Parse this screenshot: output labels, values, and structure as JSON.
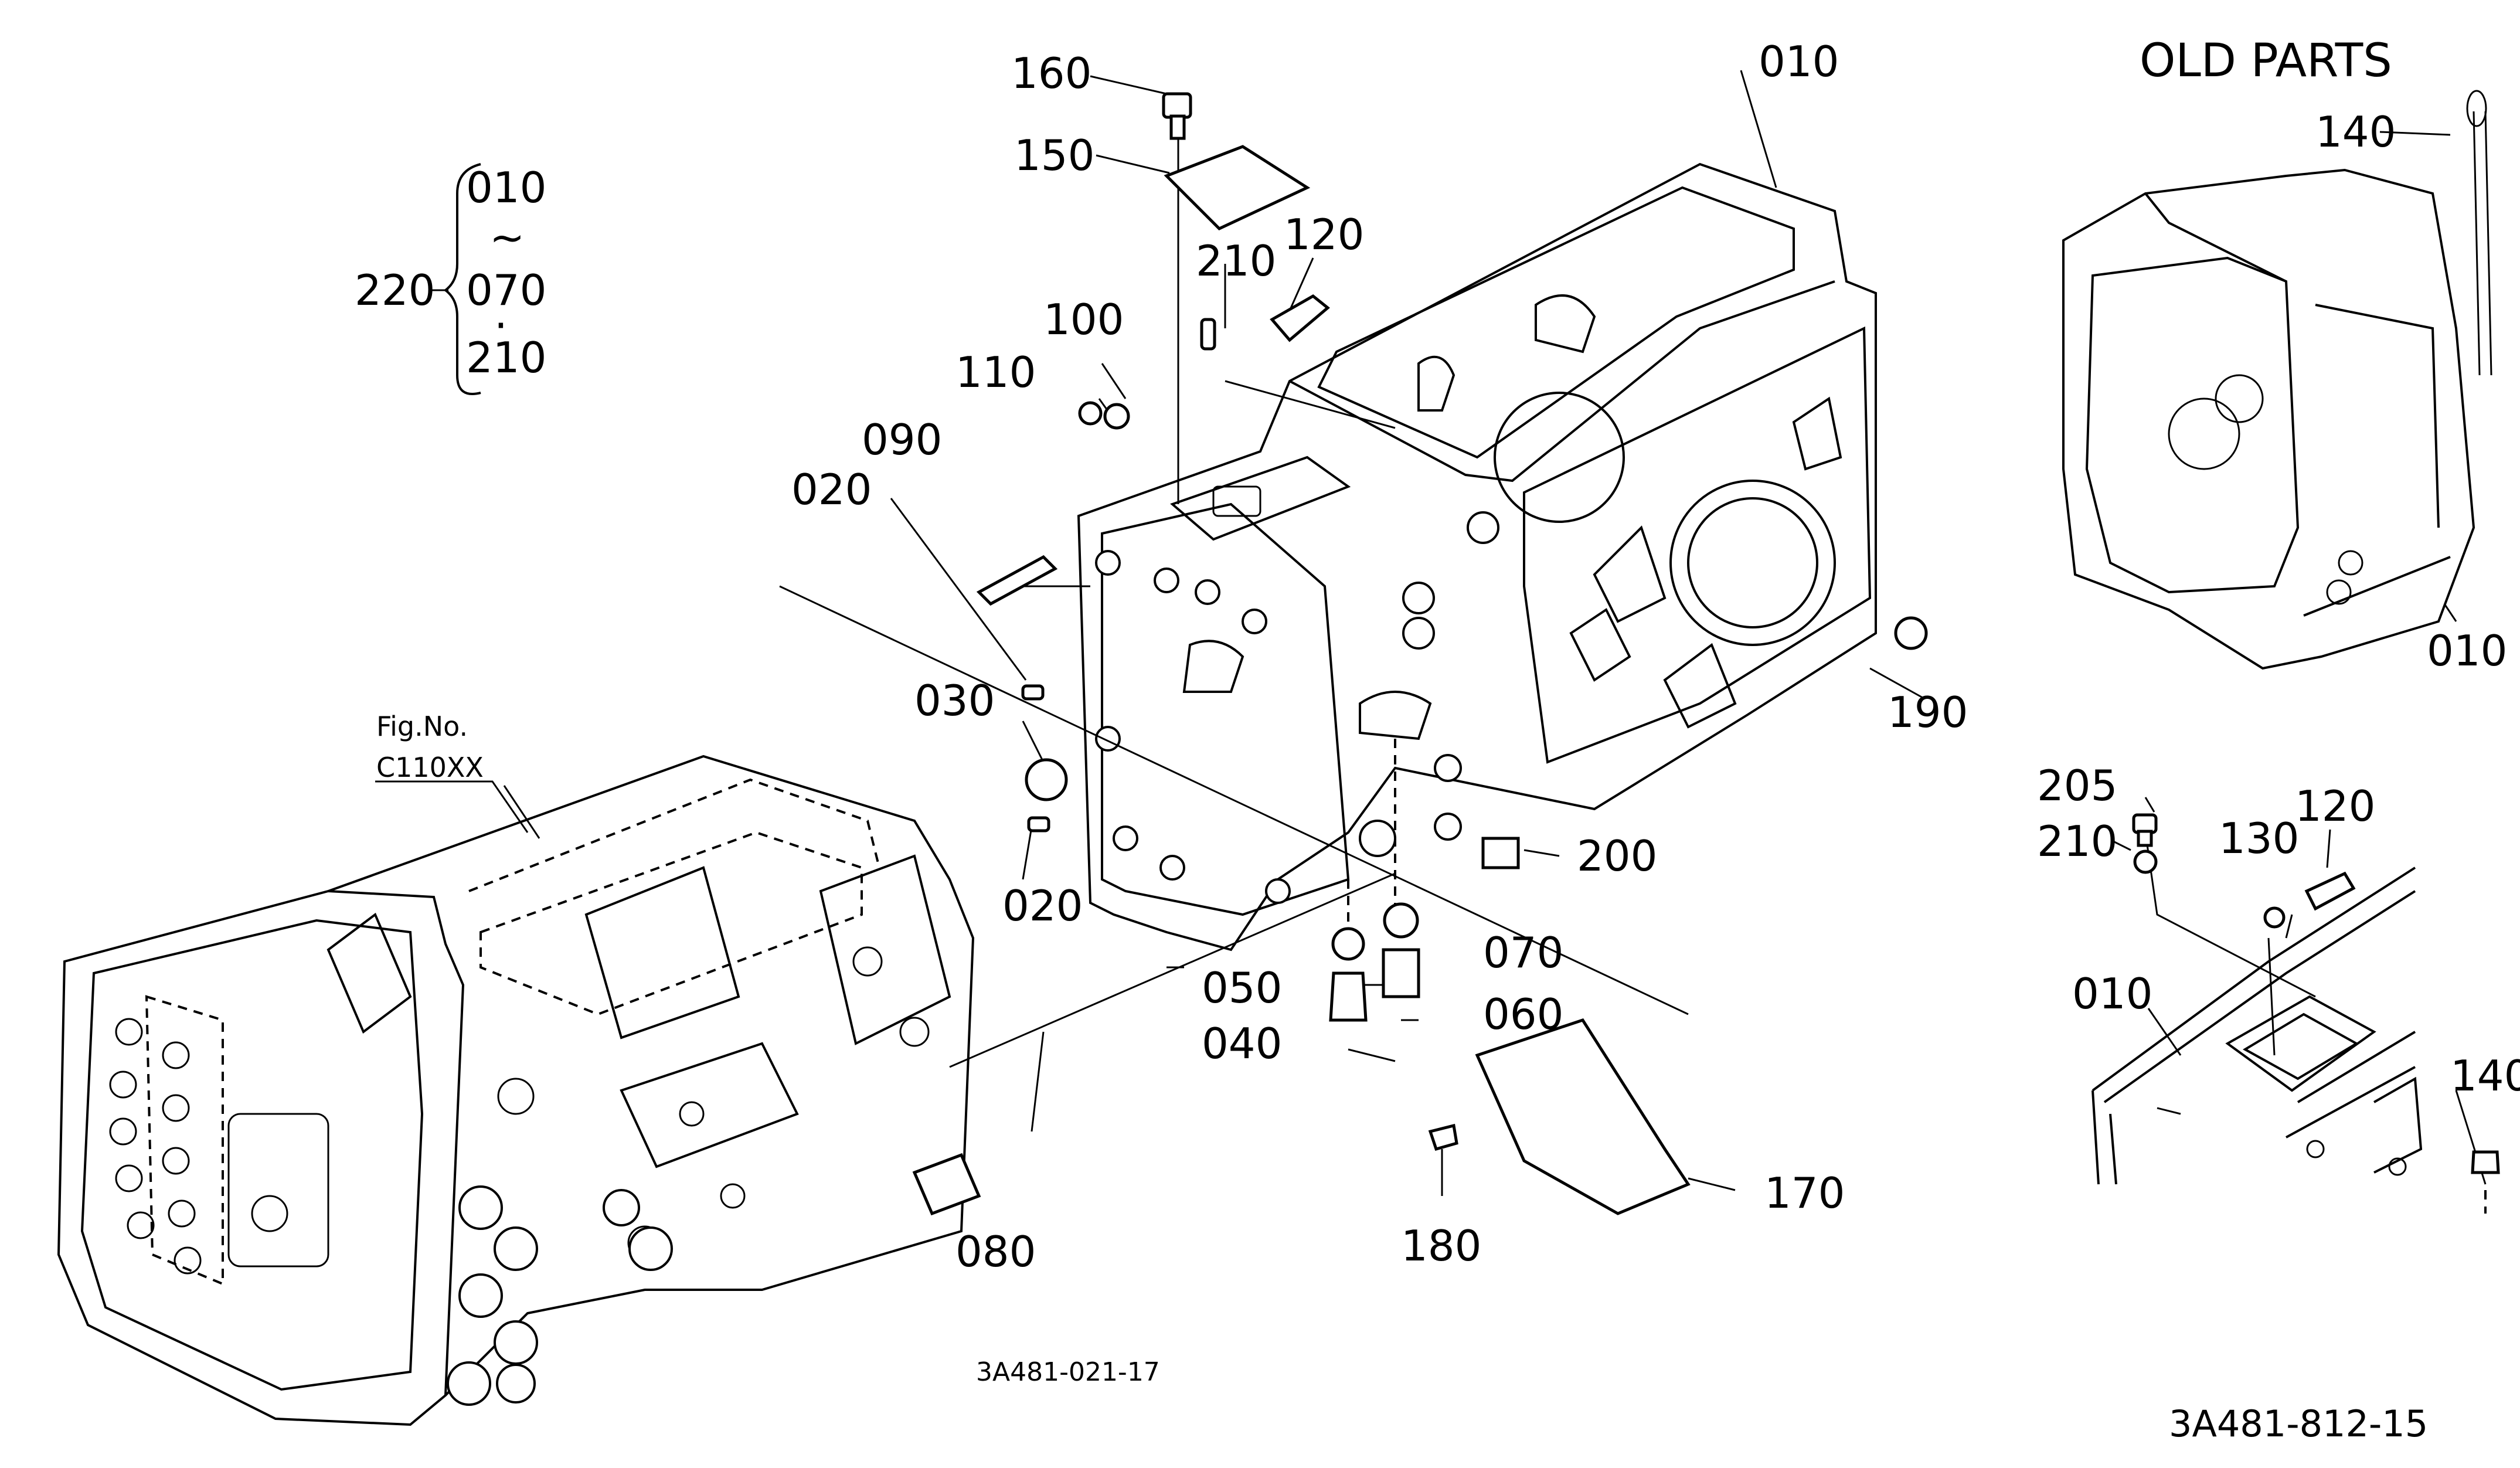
{
  "labels": {
    "p010_top": "010",
    "p010_old_a": "010",
    "p010_old_b": "010",
    "p020_a": "020",
    "p020_b": "020",
    "p030": "030",
    "p040": "040",
    "p050": "050",
    "p060": "060",
    "p070": "070",
    "p080": "080",
    "p090": "090",
    "p100": "100",
    "p110": "110",
    "p120_main": "120",
    "p120_old": "120",
    "p130": "130",
    "p140_a": "140",
    "p140_b": "140",
    "p150": "150",
    "p160": "160",
    "p170": "170",
    "p180": "180",
    "p190": "190",
    "p200": "200",
    "p205": "205",
    "p210_main": "210",
    "p210_old": "210",
    "p220": "220"
  },
  "kit": {
    "line1": "010",
    "tilde": "~",
    "line2": "070",
    "dot": "·",
    "line3": "210"
  },
  "reference": {
    "fig_no": "Fig.No.",
    "fig_code": "C110XX"
  },
  "headings": {
    "old_parts": "OLD PARTS"
  },
  "codes": {
    "main_drawing": "3A481-021-17",
    "old_drawing": "3A481-812-15"
  }
}
